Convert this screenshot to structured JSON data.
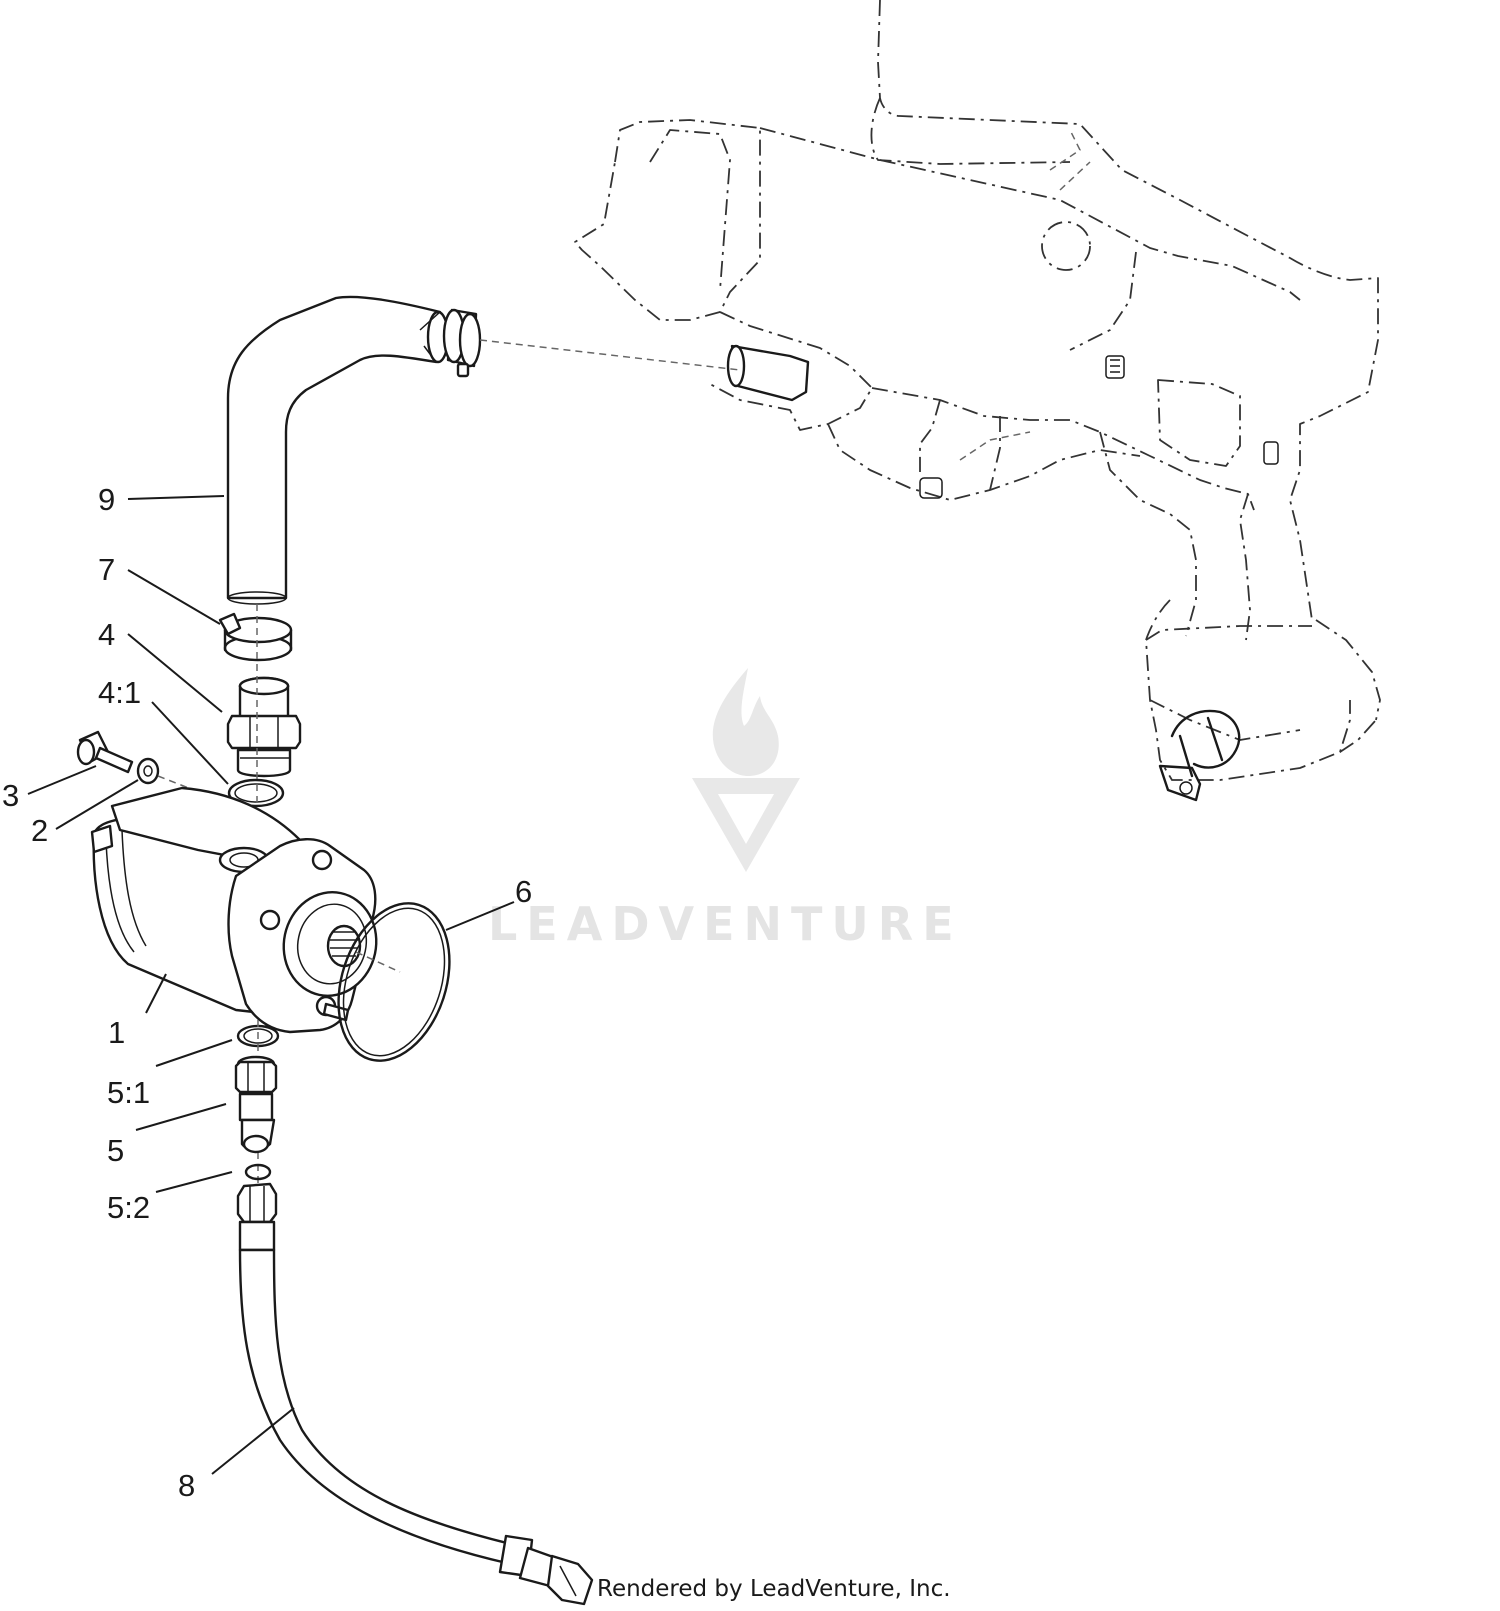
{
  "diagram": {
    "callouts": [
      "1",
      "2",
      "3",
      "4",
      "4:1",
      "5",
      "5:1",
      "5:2",
      "6",
      "7",
      "8",
      "9"
    ]
  },
  "watermark": {
    "brand": "LEADVENTURE"
  },
  "footer": {
    "credit": "Rendered by LeadVenture, Inc."
  }
}
